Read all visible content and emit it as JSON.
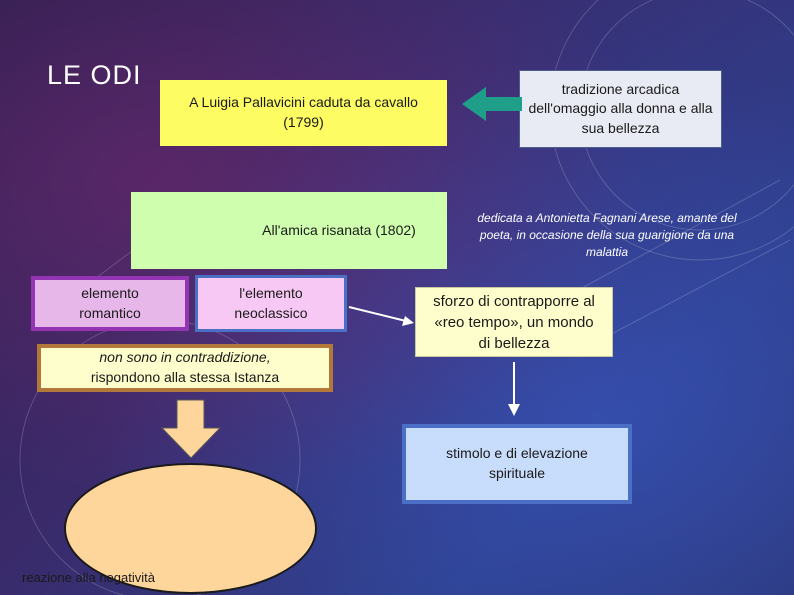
{
  "title": "LE ODI",
  "boxes": {
    "ode1": "A Luigia Pallavicini caduta da cavallo (1799)",
    "tradizione": "tradizione arcadica dell'omaggio alla donna e alla sua bellezza",
    "ode2": "All'amica risanata (1802)",
    "dedicata": "dedicata a Antonietta Fagnani Arese, amante del poeta, in occasione della sua guarigione da una malattia",
    "romantico": "elemento romantico",
    "neoclassico": "l'elemento neoclassico",
    "contrasto_line1": "non sono in contraddizione,",
    "contrasto_line2": "rispondono alla stessa Istanza",
    "sforzo": "sforzo di contrapporre al «reo tempo», un mondo di bellezza",
    "stimolo": "stimolo e di elevazione spirituale",
    "reazione": "reazione alla negatività"
  },
  "colors": {
    "yellow": "#fdfc63",
    "green": "#cffeae",
    "arrow_teal": "#1f9e8a",
    "romantico_border": "#9335b2",
    "neo_border": "#4a6fc4",
    "contrasto_border": "#b27839",
    "ellipse": "#fed69c"
  }
}
